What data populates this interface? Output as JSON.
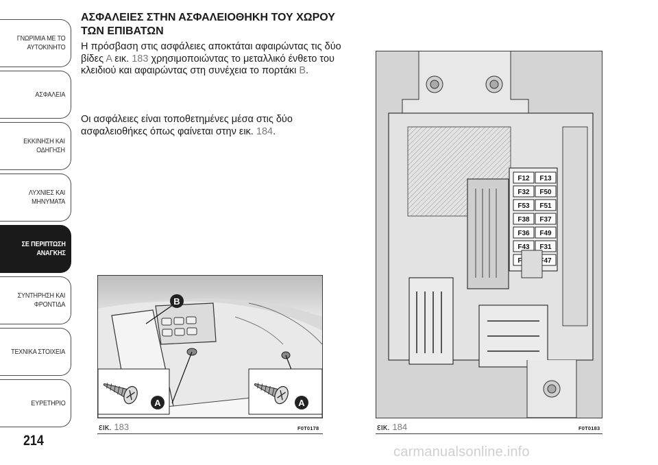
{
  "sidebar": {
    "tabs": [
      {
        "label": "ΓΝΩΡΙΜΙΑ ΜΕ ΤΟ\nΑΥΤΟΚΙΝΗΤΟ",
        "active": false
      },
      {
        "label": "ΑΣΦΑΛΕΙΑ",
        "active": false
      },
      {
        "label": "ΕΚΚΙΝΗΣΗ ΚΑΙ\nΟΔΗΓΗΣΗ",
        "active": false
      },
      {
        "label": "ΛΥΧΝΙΕΣ ΚΑΙ\nΜΗΝΥΜΑΤΑ",
        "active": false
      },
      {
        "label": "ΣΕ ΠΕΡΙΠΤΩΣΗ\nΑΝΑΓΚΗΣ",
        "active": true
      },
      {
        "label": "ΣΥΝΤΗΡΗΣΗ ΚΑΙ\nΦΡΟΝΤΙΔΑ",
        "active": false
      },
      {
        "label": "ΤΕΧΝΙΚΑ ΣΤΟΙΧΕΙΑ",
        "active": false
      },
      {
        "label": "ΕΥΡΕΤΗΡΙΟ",
        "active": false
      }
    ]
  },
  "page_number": "214",
  "watermark": "carmanualsonline.info",
  "content": {
    "heading": "ΑΣΦΑΛΕΙΕΣ ΣΤΗΝ ΑΣΦΑΛΕΙΟΘΗΚΗ ΤΟΥ ΧΩΡΟΥ ΤΩΝ ΕΠΙΒΑΤΩΝ",
    "p1": {
      "text_a": "Η πρόσβαση στις ασφάλειες αποκτάται αφαιρώντας τις δύο βίδες ",
      "ref_a": "Α",
      "text_b": " εικ. ",
      "ref_b": "183",
      "text_c": " χρησιμοποιώντας το μεταλλικό ένθετο του κλειδιού και αφαιρώντας στη συνέχεια το πορτάκι ",
      "ref_c": "Β",
      "text_d": "."
    },
    "p2": {
      "text_a": "Οι ασφάλειες είναι τοποθετημένες μέσα στις δύο ασφαλειοθήκες όπως φαίνεται στην εικ. ",
      "ref_a": "184",
      "text_b": "."
    }
  },
  "figures": {
    "fig183": {
      "caption_prefix": "εικ.",
      "caption_num": "183",
      "code": "F0T0178",
      "label_b": "B",
      "label_a": "A"
    },
    "fig184": {
      "caption_prefix": "εικ.",
      "caption_num": "184",
      "code": "F0T0183",
      "fuses": [
        [
          "F12",
          "F13"
        ],
        [
          "F32",
          "F50"
        ],
        [
          "F53",
          "F51"
        ],
        [
          "F38",
          "F37"
        ],
        [
          "F36",
          "F49"
        ],
        [
          "F43",
          "F31"
        ],
        [
          "F48",
          "F47"
        ]
      ]
    }
  }
}
